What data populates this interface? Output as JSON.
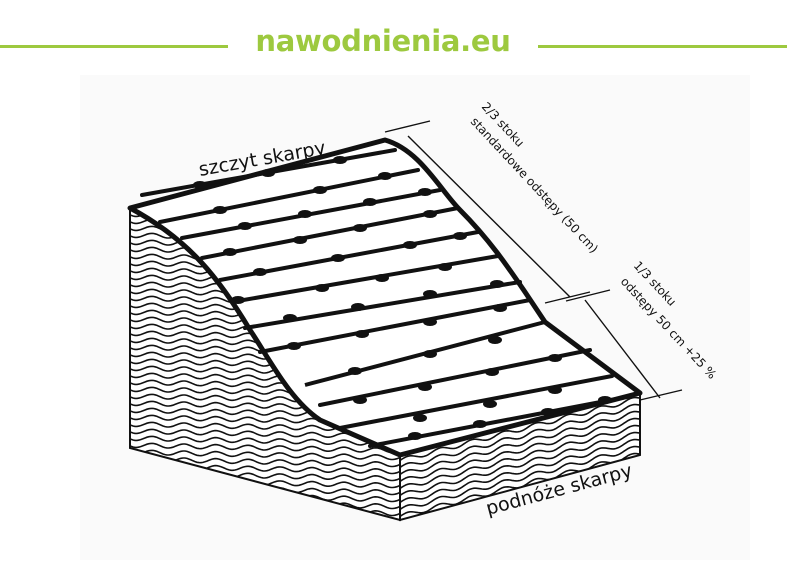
{
  "header": {
    "brand": "nawodnienia.eu",
    "accent_color": "#9dc93f"
  },
  "diagram": {
    "top_label": "szczyt skarpy",
    "bottom_label": "podnóże skarpy",
    "upper_zone": {
      "line1": "2/3 stoku",
      "line2": "standardowe odstępy (50 cm)"
    },
    "lower_zone": {
      "line1": "1/3 stoku",
      "line2": "odstępy 50 cm +25 %"
    }
  }
}
